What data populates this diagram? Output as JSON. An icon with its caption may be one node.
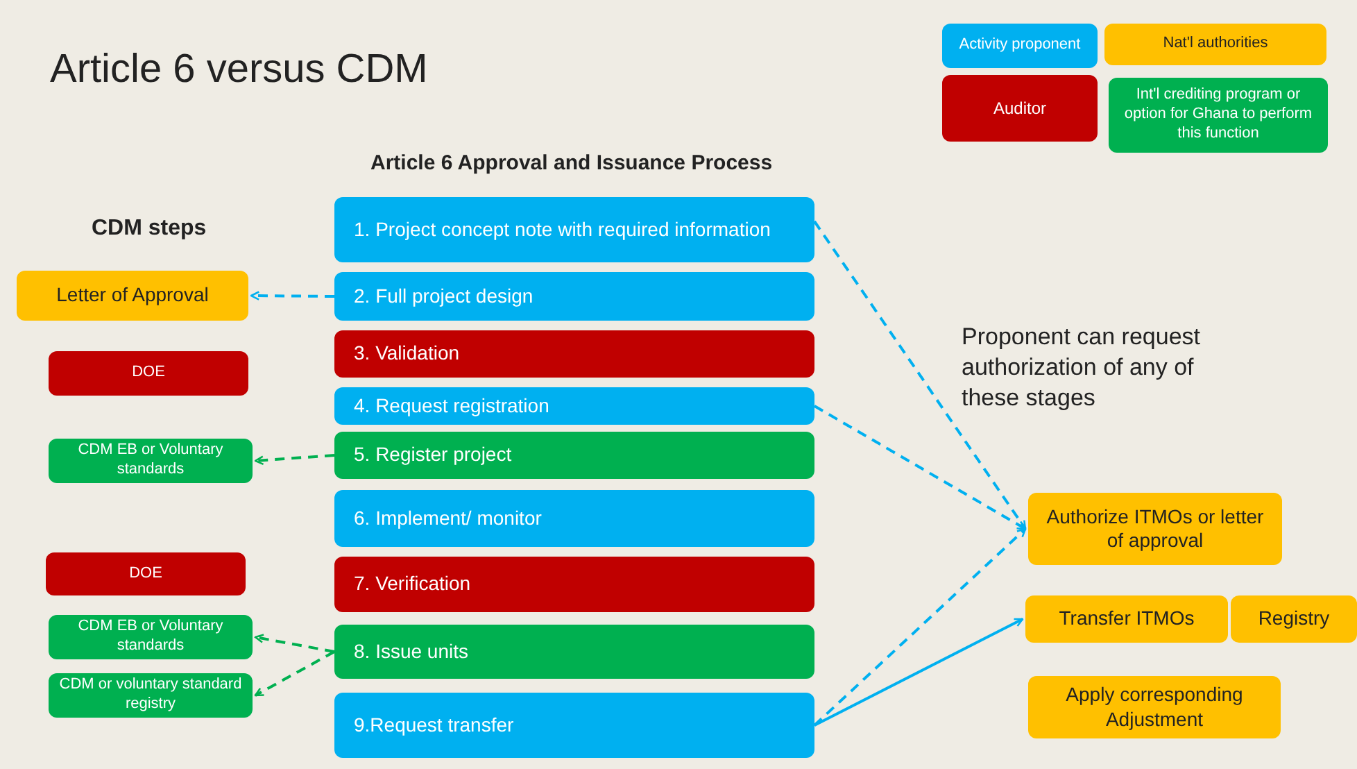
{
  "diagram": {
    "title": "Article 6 versus CDM",
    "nodes": [
      {
        "text": [
          "Letter of Approval"
        ]
      },
      {
        "text": [
          "DOE"
        ]
      },
      {
        "text": [
          "CDM EB or Voluntary standards"
        ]
      },
      {
        "text": [
          "DOE"
        ]
      },
      {
        "text": [
          "CDM EB or Voluntary standards"
        ]
      },
      {
        "text": [
          "CDM or voluntary standard registry"
        ]
      },
      {
        "text": [
          "1. Project concept note with required information"
        ]
      },
      {
        "text": [
          "2. Full project design"
        ]
      },
      {
        "text": [
          "3. Validation"
        ]
      },
      {
        "text": [
          "4. Request registration"
        ]
      },
      {
        "text": [
          "5. Register project"
        ]
      },
      {
        "text": [
          "6. Implement/ monitor"
        ]
      },
      {
        "text": [
          "7. Verification"
        ]
      },
      {
        "text": [
          "8. Issue units"
        ]
      },
      {
        "text": [
          "9.Request transfer"
        ]
      },
      {
        "text": [
          "Authorize ITMOs or letter of approval"
        ]
      },
      {
        "text": [
          "Transfer ITMOs"
        ]
      },
      {
        "text": [
          "Registry"
        ]
      },
      {
        "text": [
          "Apply corresponding Adjustment"
        ]
      }
    ],
    "edges": [
      {
        "from": 7,
        "to": 0,
        "arrow": "to",
        "style": "dashed"
      },
      {
        "from": 10,
        "to": 2,
        "arrow": "to",
        "style": "dashed",
        "color": "#00b050"
      },
      {
        "from": 13,
        "to": 4,
        "arrow": "to",
        "style": "dashed",
        "color": "#00b050"
      },
      {
        "from": 13,
        "to": 5,
        "arrow": "to",
        "style": "dashed",
        "color": "#00b050"
      },
      {
        "from": 6,
        "to": 15,
        "arrow": "to",
        "style": "dashed"
      },
      {
        "from": 9,
        "to": 15,
        "arrow": "to",
        "style": "dashed"
      },
      {
        "from": 14,
        "to": 15,
        "arrow": "to",
        "style": "dashed"
      },
      {
        "from": 14,
        "to": 16,
        "arrow": "to"
      }
    ],
    "labels": [
      "CDM steps",
      "Article 6 Approval and Issuance Process",
      "Proponent can request authorization of any of these stages"
    ],
    "legend": [
      {
        "text": "Activity proponent",
        "color": "#00b0f0"
      },
      {
        "text": "Nat'l authorities",
        "color": "#ffc000"
      },
      {
        "text": "Auditor",
        "color": "#c00000"
      },
      {
        "text": "Int'l crediting program or option for Ghana to perform this function",
        "color": "#00b050"
      }
    ]
  }
}
